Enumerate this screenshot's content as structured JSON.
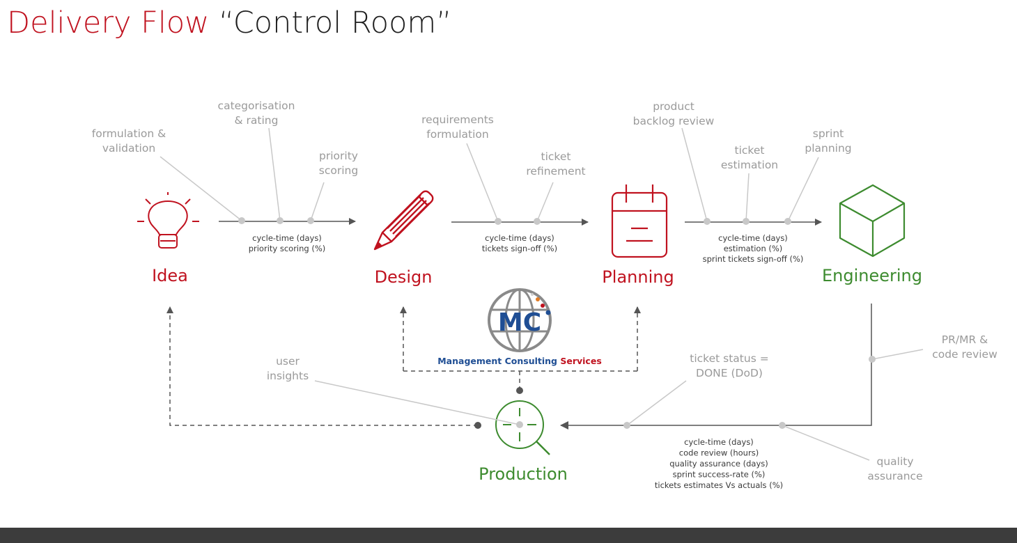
{
  "title": {
    "part1": "Delivery Flow",
    "part2": "“Control Room”"
  },
  "colors": {
    "accent_red": "#c0121f",
    "accent_green": "#3d8b2f",
    "step_grey": "#9a9a9a",
    "footer": "#3c3c3c"
  },
  "stages": {
    "idea": "Idea",
    "design": "Design",
    "planning": "Planning",
    "engineering": "Engineering",
    "production": "Production"
  },
  "icons": {
    "idea": "lightbulb-icon",
    "design": "pencil-icon",
    "planning": "calendar-icon",
    "engineering": "cube-icon",
    "production": "magnifier-icon"
  },
  "steps": {
    "idea_design": [
      [
        "formulation &",
        "validation"
      ],
      [
        "categorisation",
        "& rating"
      ],
      [
        "priority",
        "scoring"
      ]
    ],
    "design_planning": [
      [
        "requirements",
        "formulation"
      ],
      [
        "ticket",
        "refinement"
      ]
    ],
    "planning_engineering": [
      [
        "product",
        "backlog review"
      ],
      [
        "ticket",
        "estimation"
      ],
      [
        "sprint",
        "planning"
      ]
    ],
    "engineering_production": [
      [
        "PR/MR &",
        "code review"
      ],
      [
        "quality",
        "assurance"
      ],
      [
        "ticket status =",
        "DONE (DoD)"
      ]
    ],
    "production_feedback": [
      [
        "user",
        "insights"
      ]
    ]
  },
  "metrics": {
    "idea_design": [
      "cycle-time (days)",
      "priority scoring (%)"
    ],
    "design_planning": [
      "cycle-time (days)",
      "tickets sign-off (%)"
    ],
    "planning_engineering": [
      "cycle-time (days)",
      "estimation (%)",
      "sprint tickets sign-off (%)"
    ],
    "engineering_production": [
      "cycle-time (days)",
      "code review (hours)",
      "quality assurance (days)",
      "sprint success-rate (%)",
      "tickets estimates Vs actuals (%)"
    ]
  },
  "logo": {
    "monogram": "MC",
    "word1": "Management Consulting",
    "word2": "Services",
    "color_blue": "#1f4e94",
    "color_red": "#c0121f"
  }
}
